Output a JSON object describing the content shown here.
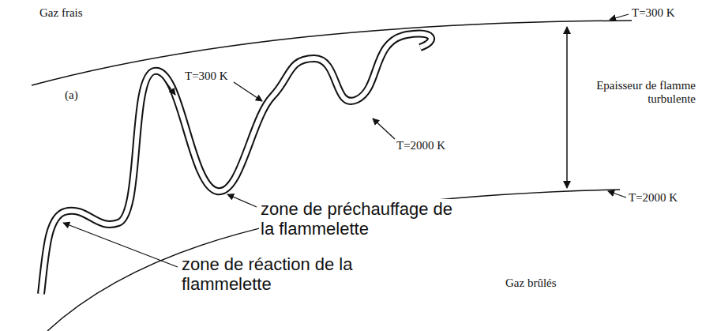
{
  "diagram": {
    "labels": [
      "Gaz frais",
      "T=300 K",
      "(a)",
      "T=300 K",
      "Epaisseur de flamme turbulente",
      "T=2000 K",
      "T=2000 K",
      "zone de préchauffage de la flammelette",
      "zone de réaction de la flammelette",
      "Gaz brûlés"
    ]
  }
}
